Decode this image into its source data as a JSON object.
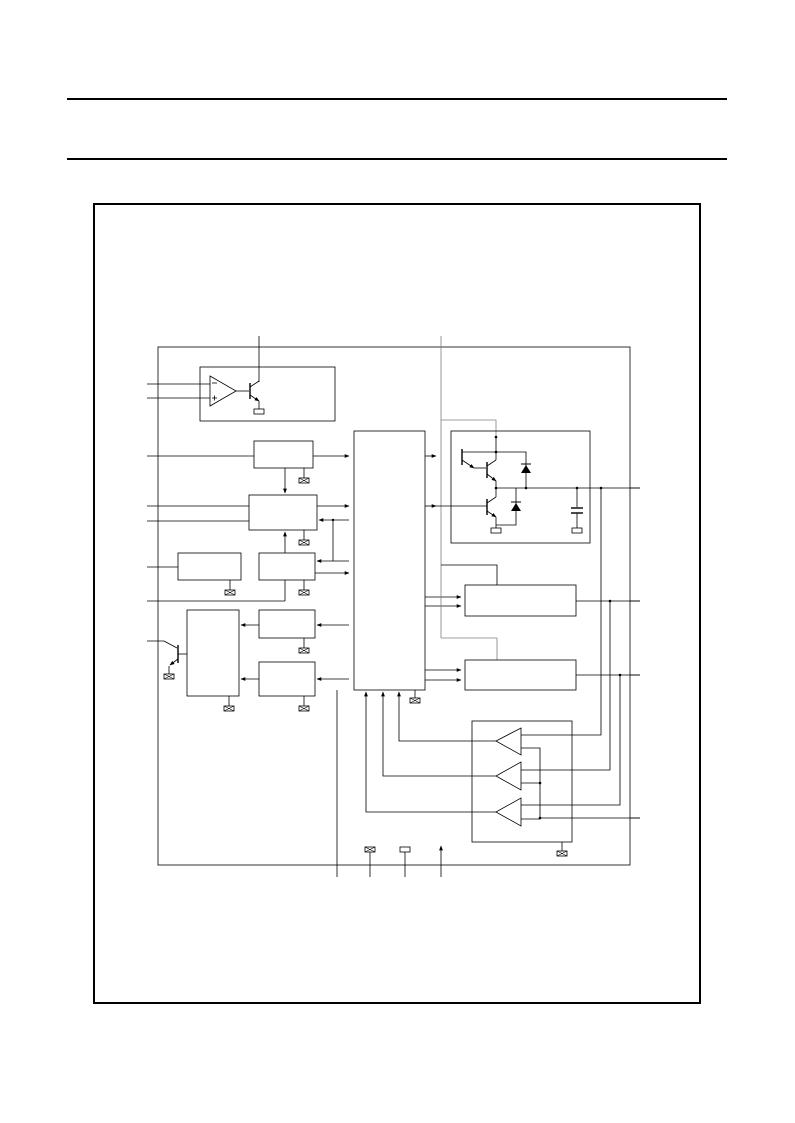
{
  "page": {
    "background": "#ffffff",
    "ink": "#000000",
    "feed_line_color": "#808080"
  },
  "diagram": {
    "blocks": [
      "comparator-amplifier-block",
      "block-a",
      "block-b",
      "block-c",
      "block-d",
      "block-e",
      "block-f",
      "tall-left-block",
      "central-control-block",
      "output-stage-block",
      "right-upper-block",
      "right-lower-block",
      "comparator-bank-block"
    ],
    "symbols": {
      "ground": "ground-icon",
      "supply": "supply-icon",
      "npn_transistor": "npn-transistor-icon",
      "diode": "diode-icon",
      "capacitor": "capacitor-icon",
      "op_amp": "op-amp-icon",
      "buffer_triangle": "buffer-triangle-icon",
      "arrow": "arrowhead-icon"
    }
  }
}
